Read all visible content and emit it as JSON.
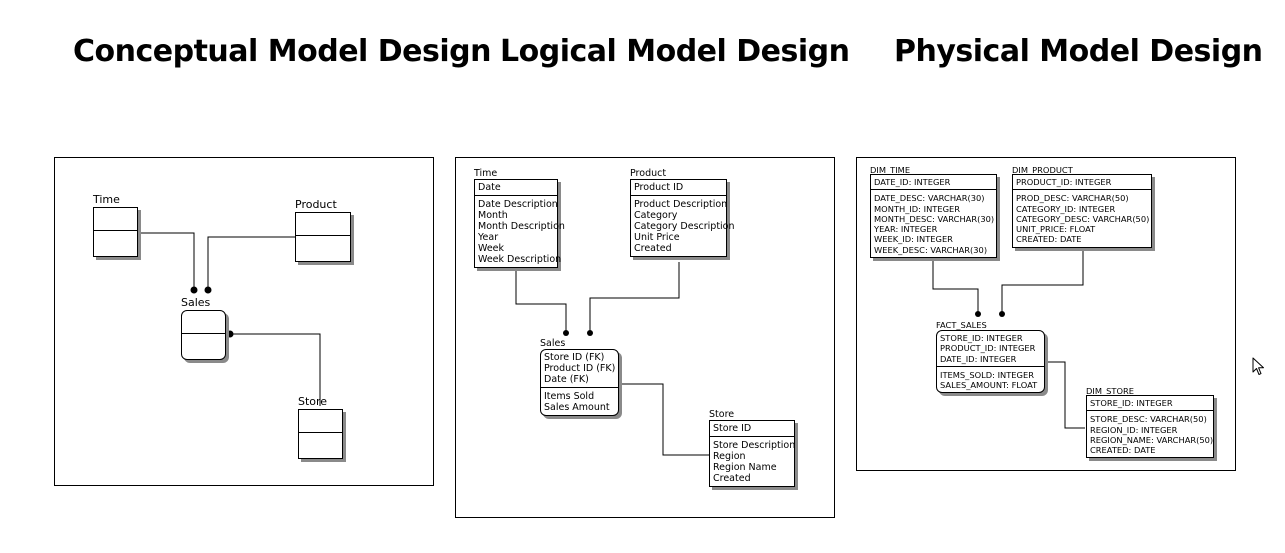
{
  "headings": {
    "conceptual": "Conceptual Model Design",
    "logical": "Logical Model Design",
    "physical": "Physical Model Design"
  },
  "conceptual": {
    "time": "Time",
    "product": "Product",
    "sales": "Sales",
    "store": "Store"
  },
  "logical": {
    "time": {
      "name": "Time",
      "key": [
        "Date"
      ],
      "attrs": [
        "Date Description",
        "Month",
        "Month Description",
        "Year",
        "Week",
        "Week Description"
      ]
    },
    "product": {
      "name": "Product",
      "key": [
        "Product ID"
      ],
      "attrs": [
        "Product Description",
        "Category",
        "Category Description",
        "Unit Price",
        "Created"
      ]
    },
    "sales": {
      "name": "Sales",
      "key": [
        "Store ID (FK)",
        "Product ID (FK)",
        "Date (FK)"
      ],
      "attrs": [
        "Items Sold",
        "Sales Amount"
      ]
    },
    "store": {
      "name": "Store",
      "key": [
        "Store ID"
      ],
      "attrs": [
        "Store Description",
        "Region",
        "Region Name",
        "Created"
      ]
    }
  },
  "physical": {
    "time": {
      "name": "DIM_TIME",
      "key": [
        "DATE_ID: INTEGER"
      ],
      "attrs": [
        "DATE_DESC: VARCHAR(30)",
        "MONTH_ID: INTEGER",
        "MONTH_DESC: VARCHAR(30)",
        "YEAR: INTEGER",
        "WEEK_ID: INTEGER",
        "WEEK_DESC: VARCHAR(30)"
      ]
    },
    "product": {
      "name": "DIM_PRODUCT",
      "key": [
        "PRODUCT_ID: INTEGER"
      ],
      "attrs": [
        "PROD_DESC: VARCHAR(50)",
        "CATEGORY_ID: INTEGER",
        "CATEGORY_DESC: VARCHAR(50)",
        "UNIT_PRICE: FLOAT",
        "CREATED: DATE"
      ]
    },
    "sales": {
      "name": "FACT_SALES",
      "key": [
        "STORE_ID: INTEGER",
        "PRODUCT_ID: INTEGER",
        "DATE_ID: INTEGER"
      ],
      "attrs": [
        "ITEMS_SOLD: INTEGER",
        "SALES_AMOUNT: FLOAT"
      ]
    },
    "store": {
      "name": "DIM_STORE",
      "key": [
        "STORE_ID: INTEGER"
      ],
      "attrs": [
        "STORE_DESC: VARCHAR(50)",
        "REGION_ID: INTEGER",
        "REGION_NAME: VARCHAR(50)",
        "CREATED: DATE"
      ]
    }
  },
  "icons": {
    "cursor": "mouse-pointer-icon"
  }
}
